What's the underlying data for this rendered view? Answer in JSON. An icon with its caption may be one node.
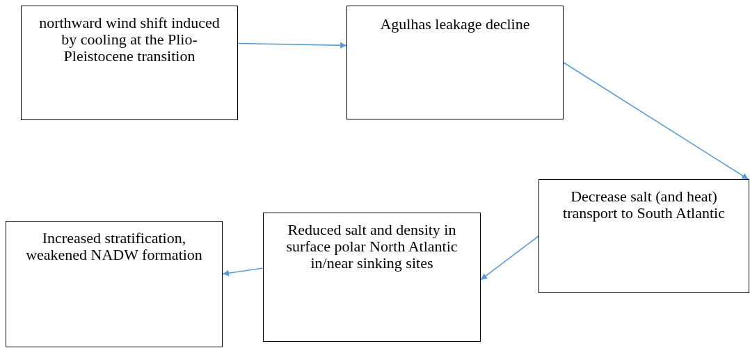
{
  "diagram": {
    "nodes": [
      {
        "text": [
          "northward wind shift induced by cooling at the Plio-Pleistocene transition"
        ]
      },
      {
        "text": [
          "Agulhas leakage decline"
        ]
      },
      {
        "text": [
          "Decrease salt (and heat) transport to South Atlantic"
        ]
      },
      {
        "text": [
          "Reduced salt and density in surface polar North Atlantic in/near sinking sites"
        ]
      },
      {
        "text": [
          "Increased stratification, weakened NADW formation"
        ]
      }
    ],
    "edges": [
      {
        "from": 0,
        "to": 1,
        "arrow": "to"
      },
      {
        "from": 1,
        "to": 2,
        "arrow": "to"
      },
      {
        "from": 2,
        "to": 3,
        "arrow": "to"
      },
      {
        "from": 3,
        "to": 4,
        "arrow": "to"
      }
    ]
  }
}
